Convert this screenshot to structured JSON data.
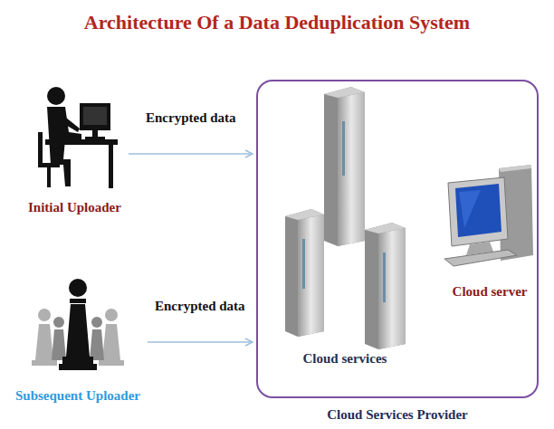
{
  "diagram": {
    "title": "Architecture Of a Data Deduplication System",
    "nodes": [
      {
        "text": [
          "Initial Uploader"
        ]
      },
      {
        "text": [
          "Subsequent Uploader"
        ]
      },
      {
        "text": [
          "Cloud Services Provider"
        ]
      },
      {
        "text": [
          "Cloud services"
        ],
        "in": 2
      },
      {
        "text": [
          "Cloud server"
        ],
        "in": 2
      }
    ],
    "edges": [
      {
        "from": 0,
        "to": 2,
        "label": "Encrypted data",
        "arrow": "to"
      },
      {
        "from": 1,
        "to": 2,
        "label": "Encrypted data",
        "arrow": "to"
      }
    ]
  }
}
